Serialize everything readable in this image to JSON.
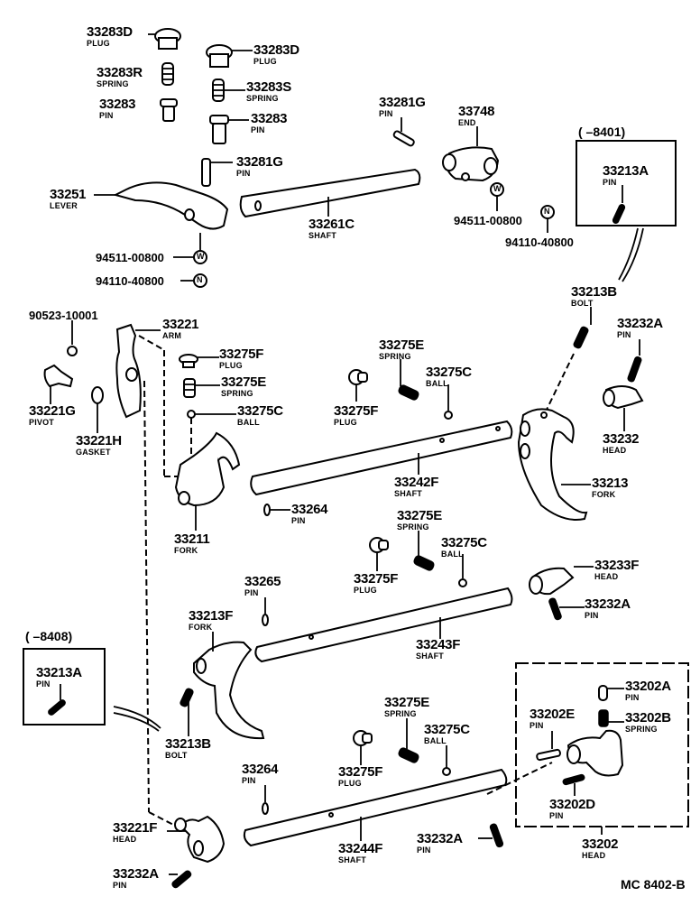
{
  "diagram": {
    "code": "MC 8402-B",
    "box_notes": [
      "(      –8401)",
      "(      –8408)"
    ],
    "labels": [
      {
        "id": "l1",
        "part": "33283D",
        "name": "PLUG"
      },
      {
        "id": "l2",
        "part": "33283R",
        "name": "SPRING"
      },
      {
        "id": "l3",
        "part": "33283",
        "name": "PIN"
      },
      {
        "id": "l4",
        "part": "33283D",
        "name": "PLUG"
      },
      {
        "id": "l5",
        "part": "33283S",
        "name": "SPRING"
      },
      {
        "id": "l6",
        "part": "33283",
        "name": "PIN"
      },
      {
        "id": "l7",
        "part": "33281G",
        "name": "PIN"
      },
      {
        "id": "l8",
        "part": "33251",
        "name": "LEVER"
      },
      {
        "id": "l9",
        "part": "94511-00800",
        "name": ""
      },
      {
        "id": "l10",
        "part": "94110-40800",
        "name": ""
      },
      {
        "id": "l11",
        "part": "33281G",
        "name": "PIN"
      },
      {
        "id": "l12",
        "part": "33748",
        "name": "END"
      },
      {
        "id": "l13",
        "part": "33261C",
        "name": "SHAFT"
      },
      {
        "id": "l14",
        "part": "94511-00800",
        "name": ""
      },
      {
        "id": "l15",
        "part": "94110-40800",
        "name": ""
      },
      {
        "id": "l16",
        "part": "33213A",
        "name": "PIN"
      },
      {
        "id": "l17",
        "part": "33213B",
        "name": "BOLT"
      },
      {
        "id": "l18",
        "part": "33232A",
        "name": "PIN"
      },
      {
        "id": "l19",
        "part": "33232",
        "name": "HEAD"
      },
      {
        "id": "l20",
        "part": "90523-10001",
        "name": ""
      },
      {
        "id": "l21",
        "part": "33221",
        "name": "ARM"
      },
      {
        "id": "l22",
        "part": "33221G",
        "name": "PIVOT"
      },
      {
        "id": "l23",
        "part": "33221H",
        "name": "GASKET"
      },
      {
        "id": "l24",
        "part": "33275F",
        "name": "PLUG"
      },
      {
        "id": "l25",
        "part": "33275E",
        "name": "SPRING"
      },
      {
        "id": "l26",
        "part": "33275C",
        "name": "BALL"
      },
      {
        "id": "l27",
        "part": "33275E",
        "name": "SPRING"
      },
      {
        "id": "l28",
        "part": "33275C",
        "name": "BALL"
      },
      {
        "id": "l29",
        "part": "33275F",
        "name": "PLUG"
      },
      {
        "id": "l30",
        "part": "33242F",
        "name": "SHAFT"
      },
      {
        "id": "l31",
        "part": "33213",
        "name": "FORK"
      },
      {
        "id": "l32",
        "part": "33211",
        "name": "FORK"
      },
      {
        "id": "l33",
        "part": "33264",
        "name": "PIN"
      },
      {
        "id": "l34",
        "part": "33275E",
        "name": "SPRING"
      },
      {
        "id": "l35",
        "part": "33275C",
        "name": "BALL"
      },
      {
        "id": "l36",
        "part": "33275F",
        "name": "PLUG"
      },
      {
        "id": "l37",
        "part": "33233F",
        "name": "HEAD"
      },
      {
        "id": "l38",
        "part": "33232A",
        "name": "PIN"
      },
      {
        "id": "l39",
        "part": "33265",
        "name": "PIN"
      },
      {
        "id": "l40",
        "part": "33213F",
        "name": "FORK"
      },
      {
        "id": "l41",
        "part": "33243F",
        "name": "SHAFT"
      },
      {
        "id": "l42",
        "part": "33213A",
        "name": "PIN"
      },
      {
        "id": "l43",
        "part": "33213B",
        "name": "BOLT"
      },
      {
        "id": "l44",
        "part": "33275E",
        "name": "SPRING"
      },
      {
        "id": "l45",
        "part": "33275C",
        "name": "BALL"
      },
      {
        "id": "l46",
        "part": "33275F",
        "name": "PLUG"
      },
      {
        "id": "l47",
        "part": "33264",
        "name": "PIN"
      },
      {
        "id": "l48",
        "part": "33202A",
        "name": "PIN"
      },
      {
        "id": "l49",
        "part": "33202E",
        "name": "PIN"
      },
      {
        "id": "l50",
        "part": "33202B",
        "name": "SPRING"
      },
      {
        "id": "l51",
        "part": "33202D",
        "name": "PIN"
      },
      {
        "id": "l52",
        "part": "33202",
        "name": "HEAD"
      },
      {
        "id": "l53",
        "part": "33221F",
        "name": "HEAD"
      },
      {
        "id": "l54",
        "part": "33244F",
        "name": "SHAFT"
      },
      {
        "id": "l55",
        "part": "33232A",
        "name": "PIN"
      },
      {
        "id": "l56",
        "part": "33232A",
        "name": "PIN"
      }
    ],
    "symbols": {
      "washer": "W",
      "nut": "N"
    }
  }
}
